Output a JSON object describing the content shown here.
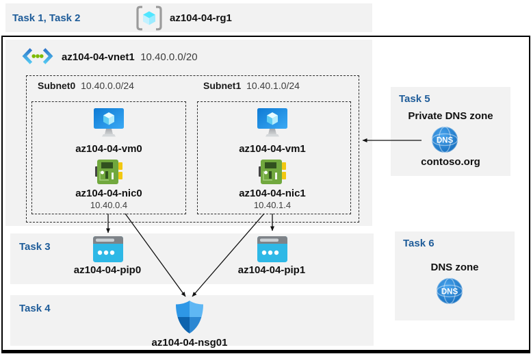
{
  "header": {
    "tasks": "Task 1, Task 2",
    "resource_group": "az104-04-rg1"
  },
  "vnet": {
    "name": "az104-04-vnet1",
    "cidr": "10.40.0.0/20",
    "subnets": [
      {
        "name": "Subnet0",
        "cidr": "10.40.0.0/24",
        "vm": "az104-04-vm0",
        "nic": "az104-04-nic0",
        "ip": "10.40.0.4"
      },
      {
        "name": "Subnet1",
        "cidr": "10.40.1.0/24",
        "vm": "az104-04-vm1",
        "nic": "az104-04-nic1",
        "ip": "10.40.1.4"
      }
    ]
  },
  "task3": {
    "label": "Task 3",
    "pip0": "az104-04-pip0",
    "pip1": "az104-04-pip1"
  },
  "task4": {
    "label": "Task 4",
    "nsg": "az104-04-nsg01"
  },
  "task5": {
    "label": "Task 5",
    "title": "Private DNS zone",
    "zone": "contoso.org",
    "dns_badge": "DNS"
  },
  "task6": {
    "label": "Task 6",
    "title": "DNS zone",
    "dns_badge": "DNS"
  },
  "colors": {
    "panel": "#f2f2f2",
    "task_label": "#1e5c99",
    "frame": "#000000",
    "arrow": "#111111",
    "vnet_icon_green": "#7cba00",
    "vm_blue": "#1482d8",
    "nic_green": "#71a83e",
    "pip_cyan": "#2eb8e6",
    "dns_blue": "#1e7fd0"
  }
}
